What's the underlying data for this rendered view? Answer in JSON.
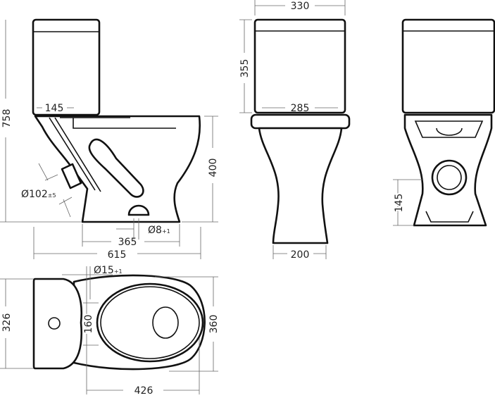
{
  "title": "Toilet dimensional drawing",
  "side_view": {
    "height_total": "758",
    "tank_depth": "145",
    "bowl_height": "400",
    "outlet_diameter": "Ø102",
    "outlet_tolerance": "±5",
    "mount_hole": "Ø8",
    "mount_hole_tolerance": "+1",
    "base_length": "365",
    "total_length": "615"
  },
  "front_view": {
    "tank_width": "330",
    "tank_height": "355",
    "tank_base_width": "285",
    "base_width": "200"
  },
  "rear_view": {
    "outlet_height": "145"
  },
  "top_view": {
    "fixing_hole": "Ø15",
    "fixing_hole_tolerance": "+1",
    "tank_depth": "326",
    "hole_spacing": "160",
    "bowl_width": "360",
    "bowl_length": "426"
  }
}
